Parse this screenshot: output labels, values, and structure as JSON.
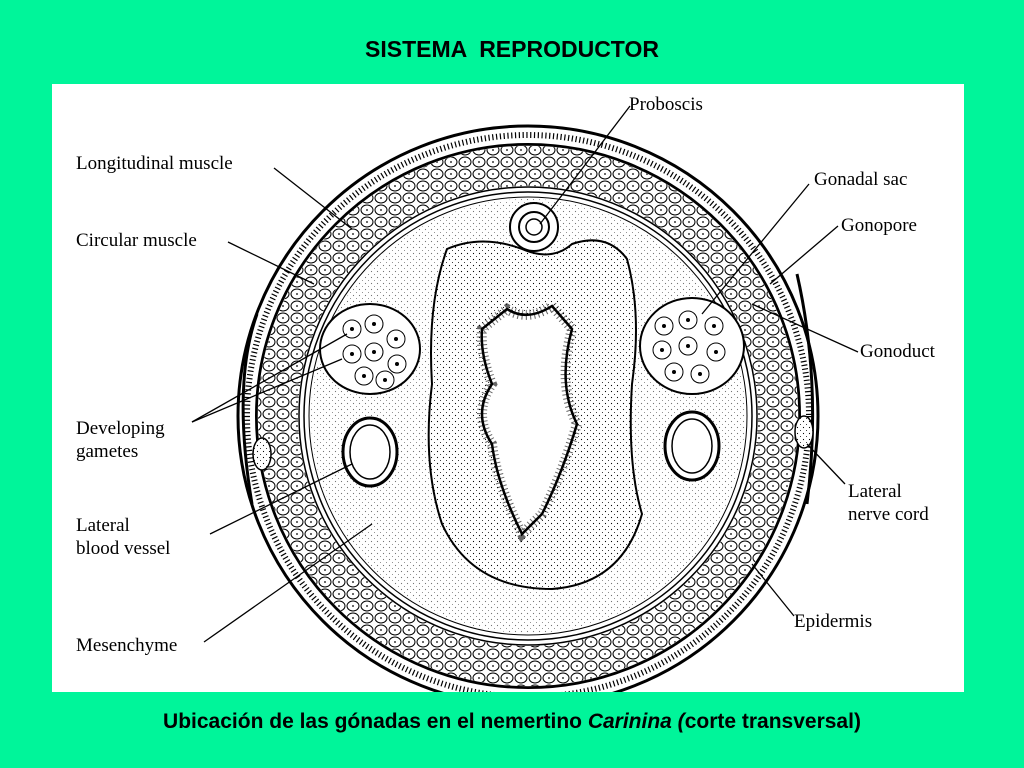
{
  "slide": {
    "title": "SISTEMA  REPRODUCTOR",
    "caption_part1": "Ubicación de las gónadas en el nemertino ",
    "caption_italic": "Carinina (",
    "caption_part2": "corte transversal)"
  },
  "labels": {
    "proboscis": "Proboscis",
    "longitudinal_muscle": "Longitudinal muscle",
    "gonadal_sac": "Gonadal sac",
    "gonopore": "Gonopore",
    "circular_muscle": "Circular muscle",
    "gonoduct": "Gonoduct",
    "developing_gametes_line1": "Developing",
    "developing_gametes_line2": "gametes",
    "lateral_nerve_cord_line1": "Lateral",
    "lateral_nerve_cord_line2": "nerve cord",
    "lateral_blood_vessel_line1": "Lateral",
    "lateral_blood_vessel_line2": "blood vessel",
    "epidermis": "Epidermis",
    "mesenchyme": "Mesenchyme"
  },
  "colors": {
    "background": "#00f59a",
    "panel": "#ffffff",
    "ink": "#000000"
  }
}
